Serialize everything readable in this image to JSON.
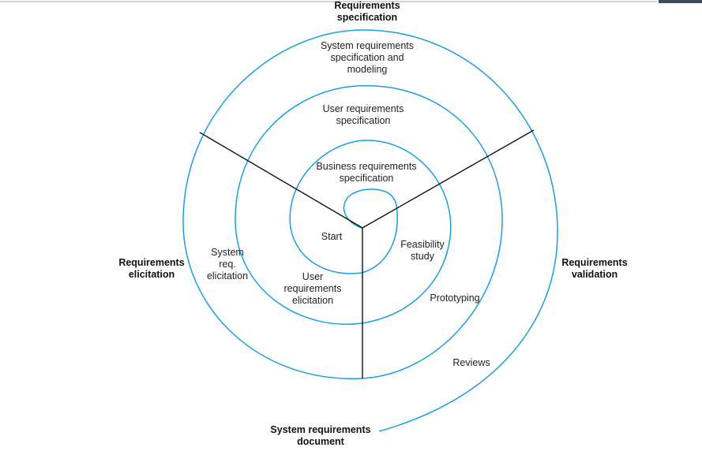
{
  "colors": {
    "spiral": "#1a9ee0",
    "divider": "#111111",
    "text": "#1b1b1b",
    "top_rule": "#9aa6b2"
  },
  "labels": {
    "requirements_specification": [
      "Requirements",
      "specification"
    ],
    "requirements_elicitation": [
      "Requirements",
      "elicitation"
    ],
    "requirements_validation": [
      "Requirements",
      "validation"
    ],
    "system_requirements_document": [
      "System requirements",
      "document"
    ],
    "system_req_spec_modeling": [
      "System requirements",
      "specification and",
      "modeling"
    ],
    "user_req_spec": [
      "User requirements",
      "specification"
    ],
    "business_req_spec": [
      "Business requirements",
      "specification"
    ],
    "start": [
      "Start"
    ],
    "feasibility_study": [
      "Feasibility",
      "study"
    ],
    "system_req_elicitation": [
      "System",
      "req.",
      "elicitation"
    ],
    "user_req_elicitation": [
      "User",
      "requirements",
      "elicitation"
    ],
    "prototyping": [
      "Prototyping"
    ],
    "reviews": [
      "Reviews"
    ]
  }
}
